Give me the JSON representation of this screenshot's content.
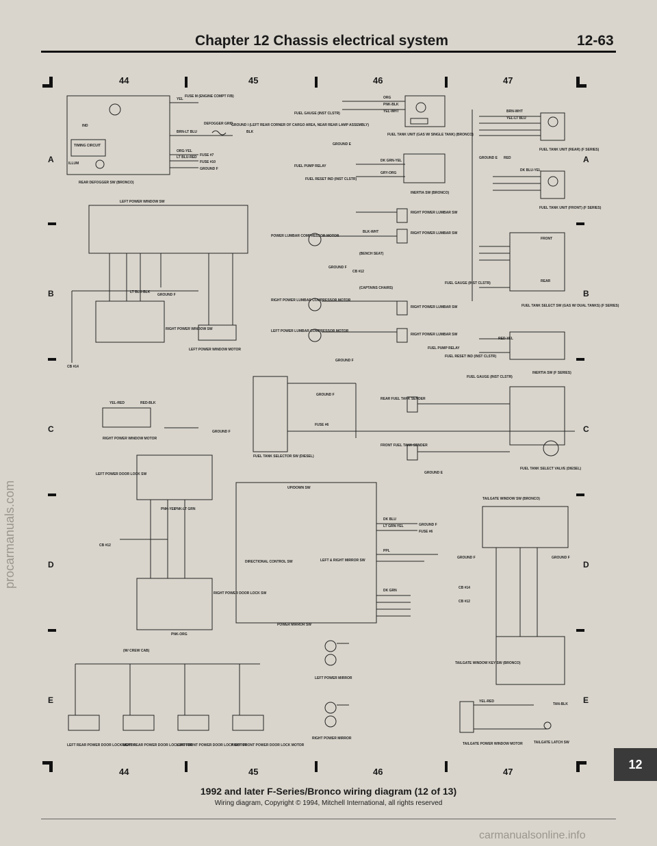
{
  "header": {
    "title": "Chapter 12  Chassis electrical system",
    "page_number": "12-63"
  },
  "columns": [
    "44",
    "45",
    "46",
    "47"
  ],
  "rows": [
    "A",
    "B",
    "C",
    "D",
    "E"
  ],
  "tab_label": "12",
  "caption": "1992 and later F-Series/Bronco wiring diagram (12 of 13)",
  "copyright": "Wiring diagram, Copyright © 1994, Mitchell International, all rights reserved",
  "watermarks": {
    "left": "procarmanuals.com",
    "bottom": "carmanualsonline.info"
  },
  "labels": [
    {
      "id": "rear-defogger-sw",
      "text": "REAR DEFOGGER SW (BRONCO)"
    },
    {
      "id": "timing-circuit",
      "text": "TIMING CIRCUIT"
    },
    {
      "id": "ind",
      "text": "IND"
    },
    {
      "id": "illum",
      "text": "ILLUM"
    },
    {
      "id": "defogger-grid",
      "text": "DEFOGGER GRID"
    },
    {
      "id": "fuse-m",
      "text": "FUSE M (ENGINE COMPT F/B)"
    },
    {
      "id": "fuse-7",
      "text": "FUSE #7"
    },
    {
      "id": "fuse-10",
      "text": "FUSE #10"
    },
    {
      "id": "ground-f-a",
      "text": "GROUND F"
    },
    {
      "id": "ground-i",
      "text": "GROUND I (LEFT REAR CORNER OF CARGO AREA, NEAR REAR LAMP ASSEMBLY)"
    },
    {
      "id": "fuel-gauge-46",
      "text": "FUEL GAUGE (INST CLSTR)"
    },
    {
      "id": "ground-e-46",
      "text": "GROUND E"
    },
    {
      "id": "fuel-tank-unit-46",
      "text": "FUEL TANK UNIT (GAS W/ SINGLE TANK) (BRONCO)"
    },
    {
      "id": "fuel-pump-relay-46",
      "text": "FUEL PUMP RELAY"
    },
    {
      "id": "fuel-reset-ind-46",
      "text": "FUEL RESET IND (INST CLSTR)"
    },
    {
      "id": "inertia-sw-46",
      "text": "INERTIA SW (BRONCO)"
    },
    {
      "id": "fuel-tank-unit-rear",
      "text": "FUEL TANK UNIT (REAR) (F SERIES)"
    },
    {
      "id": "ground-e-47",
      "text": "GROUND E"
    },
    {
      "id": "fuel-tank-unit-front",
      "text": "FUEL TANK UNIT (FRONT) (F SERIES)"
    },
    {
      "id": "left-power-window-sw",
      "text": "LEFT POWER WINDOW SW"
    },
    {
      "id": "ground-f-b",
      "text": "GROUND F"
    },
    {
      "id": "right-power-window-sw",
      "text": "RIGHT POWER WINDOW SW"
    },
    {
      "id": "left-power-window-motor",
      "text": "LEFT POWER WINDOW MOTOR"
    },
    {
      "id": "cb14-b",
      "text": "CB #14"
    },
    {
      "id": "power-lumbar-compressor",
      "text": "POWER LUMBAR COMPRESSOR MOTOR"
    },
    {
      "id": "right-power-lumbar-sw-1",
      "text": "RIGHT POWER LUMBAR SW"
    },
    {
      "id": "right-power-lumbar-sw-2",
      "text": "RIGHT POWER LUMBAR SW"
    },
    {
      "id": "ground-f-46b",
      "text": "GROUND F"
    },
    {
      "id": "bench-seat",
      "text": "(BENCH SEAT)"
    },
    {
      "id": "cb12-46",
      "text": "CB #12"
    },
    {
      "id": "captains-chairs",
      "text": "(CAPTAINS CHAIRS)"
    },
    {
      "id": "right-power-lumbar-compressor",
      "text": "RIGHT POWER LUMBAR COMPRESSOR MOTOR"
    },
    {
      "id": "right-power-lumbar-sw-3",
      "text": "RIGHT POWER LUMBAR SW"
    },
    {
      "id": "left-power-lumbar-compressor",
      "text": "LEFT POWER LUMBAR COMPRESSOR MOTOR"
    },
    {
      "id": "right-power-lumbar-sw-4",
      "text": "RIGHT POWER LUMBAR SW"
    },
    {
      "id": "ground-f-46c",
      "text": "GROUND F"
    },
    {
      "id": "fuel-gauge-47",
      "text": "FUEL GAUGE (INST CLSTR)"
    },
    {
      "id": "fuel-tank-select-sw",
      "text": "FUEL TANK SELECT SW (GAS W/ DUAL TANKS) (F SERIES)"
    },
    {
      "id": "fuel-pump-relay-47",
      "text": "FUEL PUMP RELAY"
    },
    {
      "id": "fuel-reset-ind-47",
      "text": "FUEL RESET IND (INST CLSTR)"
    },
    {
      "id": "inertia-sw-47",
      "text": "INERTIA SW (F SERIES)"
    },
    {
      "id": "front-47",
      "text": "FRONT"
    },
    {
      "id": "rear-47",
      "text": "REAR"
    },
    {
      "id": "right-power-window-motor",
      "text": "RIGHT POWER WINDOW MOTOR"
    },
    {
      "id": "ground-f-c",
      "text": "GROUND F"
    },
    {
      "id": "fuel-tank-selector-sw-diesel",
      "text": "FUEL TANK SELECTOR SW (DIESEL)"
    },
    {
      "id": "ground-f-c45",
      "text": "GROUND F"
    },
    {
      "id": "fuse-6-c",
      "text": "FUSE #6"
    },
    {
      "id": "rear-fuel-tank-sender",
      "text": "REAR FUEL TANK SENDER"
    },
    {
      "id": "front-fuel-tank-sender",
      "text": "FRONT FUEL TANK SENDER"
    },
    {
      "id": "ground-e-c",
      "text": "GROUND E"
    },
    {
      "id": "fuel-gauge-c47",
      "text": "FUEL GAUGE (INST CLSTR)"
    },
    {
      "id": "fuel-tank-select-valve",
      "text": "FUEL TANK SELECT VALVE (DIESEL)"
    },
    {
      "id": "left-power-door-lock-sw",
      "text": "LEFT POWER DOOR LOCK SW"
    },
    {
      "id": "cb12-d",
      "text": "CB #12"
    },
    {
      "id": "right-power-door-lock-sw",
      "text": "RIGHT POWER DOOR LOCK SW"
    },
    {
      "id": "up-down-sw",
      "text": "UP/DOWN SW"
    },
    {
      "id": "directional-control-sw",
      "text": "DIRECTIONAL CONTROL SW"
    },
    {
      "id": "left-right-mirror-sw",
      "text": "LEFT & RIGHT MIRROR SW"
    },
    {
      "id": "power-mirror-sw",
      "text": "POWER MIRROR SW"
    },
    {
      "id": "ground-f-d46",
      "text": "GROUND F"
    },
    {
      "id": "fuse-6-d",
      "text": "FUSE #6"
    },
    {
      "id": "tailgate-window-sw",
      "text": "TAILGATE WINDOW SW (BRONCO)"
    },
    {
      "id": "ground-f-d47a",
      "text": "GROUND F"
    },
    {
      "id": "ground-f-d47b",
      "text": "GROUND F"
    },
    {
      "id": "cb14-d",
      "text": "CB #14"
    },
    {
      "id": "cb12-d47",
      "text": "CB #12"
    },
    {
      "id": "crew-cab",
      "text": "(W/ CREW CAB)"
    },
    {
      "id": "left-power-mirror",
      "text": "LEFT POWER MIRROR"
    },
    {
      "id": "right-power-mirror",
      "text": "RIGHT POWER MIRROR"
    },
    {
      "id": "tailgate-window-key-sw",
      "text": "TAILGATE WINDOW KEY SW (BRONCO)"
    },
    {
      "id": "left-rear-lock-motor",
      "text": "LEFT REAR POWER DOOR LOCK MOTOR"
    },
    {
      "id": "right-rear-lock-motor",
      "text": "RIGHT REAR POWER DOOR LOCK MOTOR"
    },
    {
      "id": "left-front-lock-motor",
      "text": "LEFT FRONT POWER DOOR LOCK MOTOR"
    },
    {
      "id": "right-front-lock-motor",
      "text": "RIGHT FRONT POWER DOOR LOCK MOTOR"
    },
    {
      "id": "tailgate-power-window-motor",
      "text": "TAILGATE POWER WINDOW MOTOR"
    },
    {
      "id": "tailgate-latch-sw",
      "text": "TAILGATE LATCH SW"
    }
  ],
  "wire_labels": [
    "YEL",
    "BRN-LT BLU",
    "BLK",
    "ORG-YEL",
    "LT BLU-RED",
    "ORG",
    "PNK-BLK",
    "YEL-WHT",
    "DK GRN-YEL",
    "GRY-ORG",
    "BRN-WHT",
    "YEL-LT BLU",
    "RED",
    "DK BLU-YEL",
    "BLK-WHT",
    "RED-YEL",
    "LT BLU-BLK",
    "YEL-RED",
    "RED-BLK",
    "DK BLU",
    "PPL",
    "LT GRN-YEL",
    "DK GRN",
    "PNK-ORG",
    "PNK-YEL",
    "PNK-LT GRN",
    "YEL-RED",
    "TAN-BLK"
  ]
}
